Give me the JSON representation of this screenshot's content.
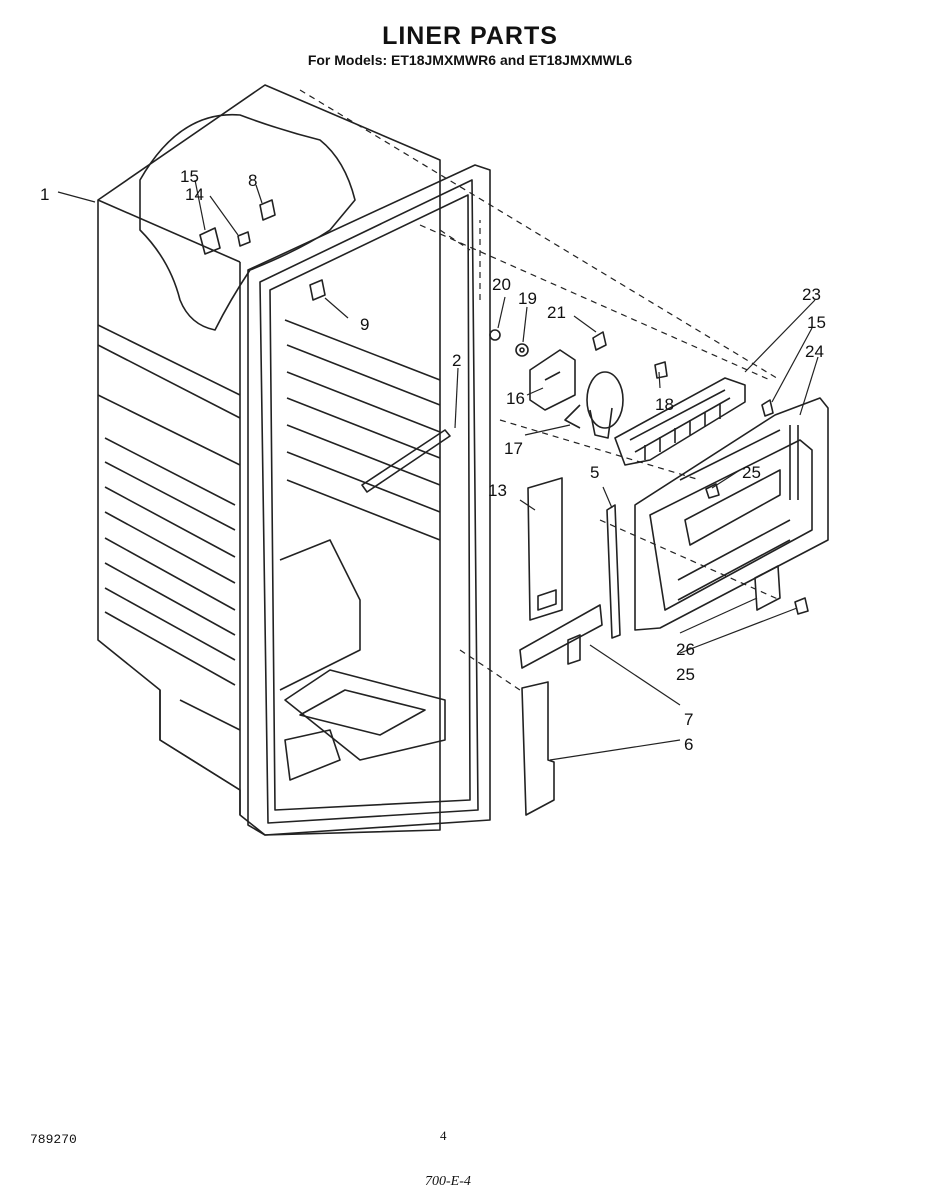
{
  "title": "LINER PARTS",
  "subtitle": "For Models: ET18JMXMWR6 and ET18JMXMWL6",
  "callouts": [
    "1",
    "2",
    "5",
    "6",
    "7",
    "8",
    "9",
    "13",
    "14",
    "15",
    "16",
    "17",
    "18",
    "19",
    "20",
    "21",
    "23",
    "15",
    "24",
    "25",
    "26",
    "25"
  ],
  "footer": {
    "code": "789270",
    "page_number": "4",
    "handwritten": "700-E-4"
  }
}
